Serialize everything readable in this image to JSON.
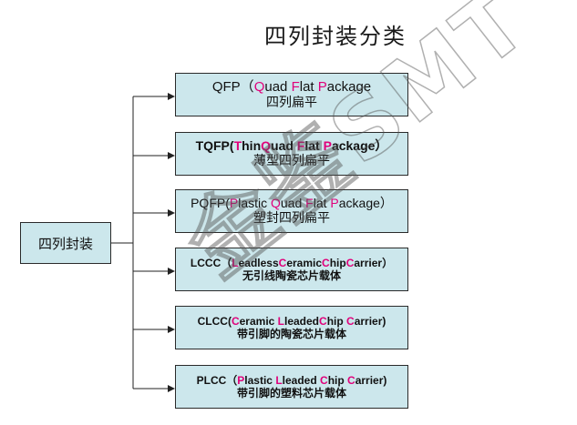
{
  "title": "四列封装分类",
  "root": {
    "label": "四列封装"
  },
  "watermark": "金鉴SMT",
  "nodes": [
    {
      "id": "qfp",
      "en": [
        {
          "t": "QFP（",
          "h": false
        },
        {
          "t": "Q",
          "h": true
        },
        {
          "t": "uad ",
          "h": false
        },
        {
          "t": "F",
          "h": true
        },
        {
          "t": "lat ",
          "h": false
        },
        {
          "t": "P",
          "h": true
        },
        {
          "t": "ackage",
          "h": false
        }
      ],
      "cn": "四列扁平"
    },
    {
      "id": "tqfp",
      "en": [
        {
          "t": "TQFP(",
          "h": false
        },
        {
          "t": "T",
          "h": true
        },
        {
          "t": "hin",
          "h": false
        },
        {
          "t": "Q",
          "h": true
        },
        {
          "t": "uad ",
          "h": false
        },
        {
          "t": "F",
          "h": true
        },
        {
          "t": "lat ",
          "h": false
        },
        {
          "t": "P",
          "h": true
        },
        {
          "t": "ackage）",
          "h": false
        }
      ],
      "cn": "薄型四列扁平"
    },
    {
      "id": "pqfp",
      "en": [
        {
          "t": "PQFP(",
          "h": false
        },
        {
          "t": "P",
          "h": true
        },
        {
          "t": "lastic ",
          "h": false
        },
        {
          "t": "Q",
          "h": true
        },
        {
          "t": "uad ",
          "h": false
        },
        {
          "t": "F",
          "h": true
        },
        {
          "t": "lat ",
          "h": false
        },
        {
          "t": "P",
          "h": true
        },
        {
          "t": "ackage）",
          "h": false
        }
      ],
      "cn": "塑封四列扁平"
    },
    {
      "id": "lccc",
      "en": [
        {
          "t": "LCCC（",
          "h": false
        },
        {
          "t": "L",
          "h": true
        },
        {
          "t": "eadless",
          "h": false
        },
        {
          "t": "C",
          "h": true
        },
        {
          "t": "eramic",
          "h": false
        },
        {
          "t": "C",
          "h": true
        },
        {
          "t": "hip",
          "h": false
        },
        {
          "t": "C",
          "h": true
        },
        {
          "t": "arrier）",
          "h": false
        }
      ],
      "cn": "无引线陶瓷芯片载体"
    },
    {
      "id": "clcc",
      "en": [
        {
          "t": "CLCC(",
          "h": false
        },
        {
          "t": "C",
          "h": true
        },
        {
          "t": "eramic ",
          "h": false
        },
        {
          "t": "L",
          "h": true
        },
        {
          "t": "leaded",
          "h": false
        },
        {
          "t": "C",
          "h": true
        },
        {
          "t": "hip ",
          "h": false
        },
        {
          "t": "C",
          "h": true
        },
        {
          "t": "arrier)",
          "h": false
        }
      ],
      "cn": "带引脚的陶瓷芯片载体"
    },
    {
      "id": "plcc",
      "en": [
        {
          "t": "PLCC（",
          "h": false
        },
        {
          "t": "P",
          "h": true
        },
        {
          "t": "lastic ",
          "h": false
        },
        {
          "t": "L",
          "h": true
        },
        {
          "t": "leaded ",
          "h": false
        },
        {
          "t": "C",
          "h": true
        },
        {
          "t": "hip ",
          "h": false
        },
        {
          "t": "C",
          "h": true
        },
        {
          "t": "arrier)",
          "h": false
        }
      ],
      "cn": "带引脚的塑料芯片载体"
    }
  ]
}
